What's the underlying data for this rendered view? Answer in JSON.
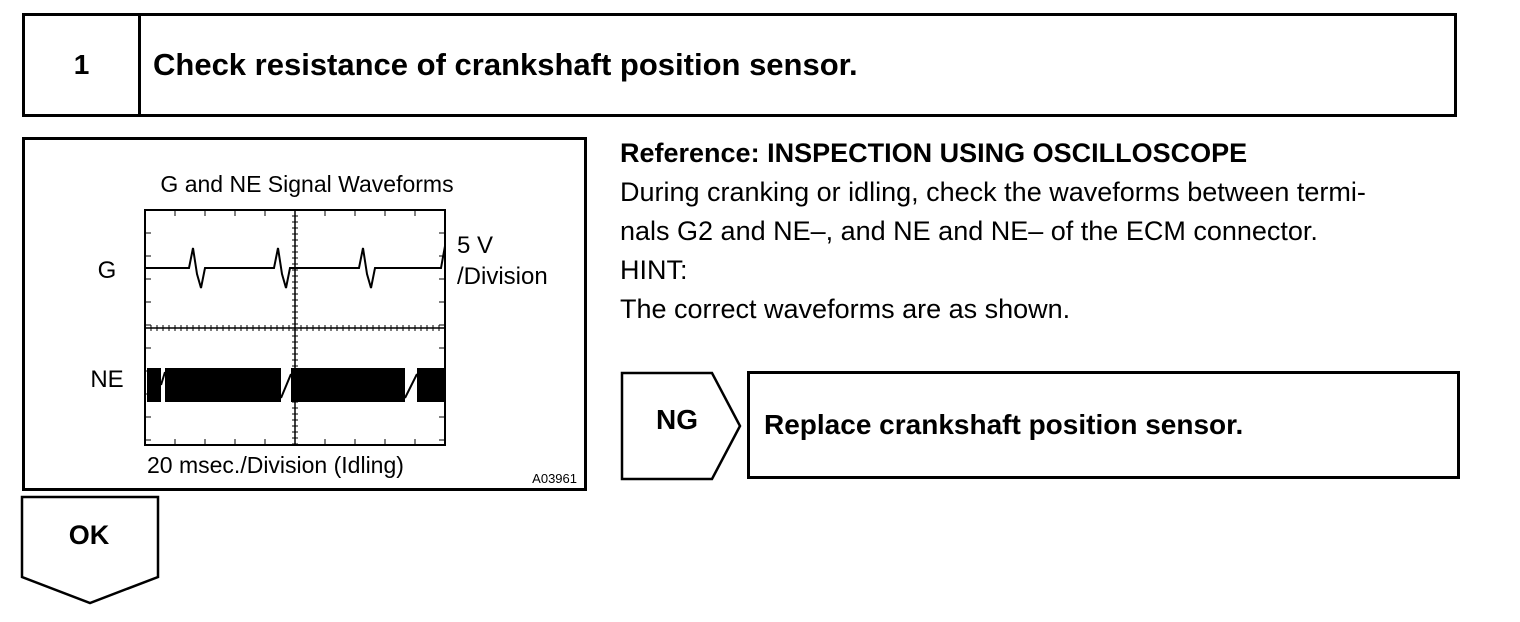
{
  "step": {
    "number": "1",
    "title": "Check resistance of crankshaft position sensor."
  },
  "figure": {
    "title": "G and NE Signal Waveforms",
    "g_label": "G",
    "ne_label": "NE",
    "voltage_scale_line1": "5 V",
    "voltage_scale_line2": "/Division",
    "time_scale": "20 msec./Division (Idling)",
    "figure_code": "A03961"
  },
  "reference": {
    "title": "Reference: INSPECTION USING OSCILLOSCOPE",
    "line1": "During cranking or idling, check the waveforms between termi-",
    "line2": "nals G2 and NE–, and NE and NE– of the ECM connector.",
    "hint": "HINT:",
    "line3": "The correct waveforms are as shown."
  },
  "ng": {
    "label": "NG",
    "action": "Replace crankshaft position sensor."
  },
  "ok": {
    "label": "OK"
  }
}
